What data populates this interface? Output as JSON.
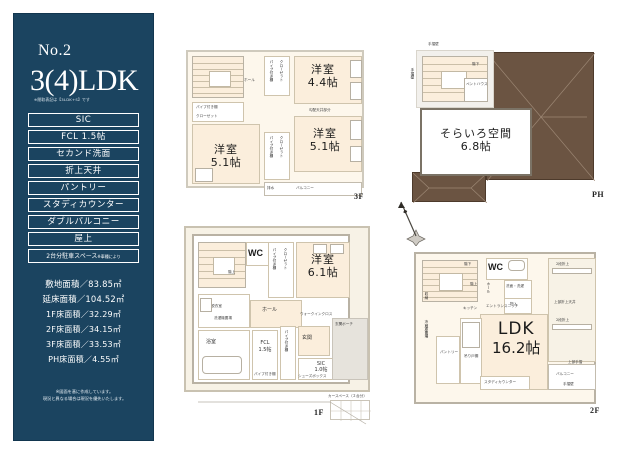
{
  "sidebar": {
    "plan_no": "No.2",
    "layout_title": "3(4)LDK",
    "layout_note": "※間取表記は【3LDK+S】です",
    "features": [
      "SIC",
      "FCL 1.5帖",
      "セカンド洗面",
      "折上天井",
      "パントリー",
      "スタディカウンター",
      "ダブルバルコニー",
      "屋上"
    ],
    "feature_parking": "2台分駐車スペース",
    "feature_parking_note": "※車種により",
    "areas": {
      "site_area": "敷地面積／83.85㎡",
      "total_floor_area": "延床面積／104.52㎡",
      "floor_1f": "1F床面積／32.29㎡",
      "floor_2f": "2F床面積／34.15㎡",
      "floor_3f": "3F床面積／33.53㎡",
      "floor_ph": "PH床面積／4.55㎡"
    },
    "disclaimer_line1": "※図面を基に作成しています。",
    "disclaimer_line2": "現況と異なる場合は現況を優先いたします。"
  },
  "floors": {
    "f3": {
      "tag": "3F",
      "rooms": [
        {
          "name": "洋室",
          "size": "4.4帖"
        },
        {
          "name": "洋室",
          "size": "5.1帖"
        },
        {
          "name": "洋室",
          "size": "5.1帖"
        }
      ],
      "labels": {
        "closet_a": "クローゼット",
        "closet_b": "クローゼット",
        "closet_c": "クローゼット",
        "pipe_shelf_a": "パイプ付き棚",
        "pipe_shelf_b": "パイプ付き棚",
        "pipe_shelf_c": "パイプ付き棚",
        "balcony": "バルコニー",
        "stair_up": "階下",
        "slope_ceiling": "勾配天井部分",
        "drain": "排水",
        "hall": "ホール"
      }
    },
    "ph": {
      "tag": "PH",
      "rooms": [
        {
          "name": "そらいろ空間",
          "size": "6.8帖"
        }
      ],
      "labels": {
        "penthouse": "ペントハウス",
        "stair_down": "階下",
        "handrail_top": "手摺壁",
        "handrail_left": "手摺壁"
      }
    },
    "f1": {
      "tag": "1F",
      "rooms": [
        {
          "name": "洋室",
          "size": "6.1帖"
        },
        {
          "name": "SIC",
          "size": "1.0帖"
        },
        {
          "name": "FCL",
          "size": "1.5帖"
        }
      ],
      "labels": {
        "wc": "WC",
        "bath": "浴室",
        "washroom": "洗面脱衣室",
        "hall": "ホール",
        "entrance": "玄関",
        "closet": "クローゼット",
        "pipe_shelf_a": "パイプ付き棚",
        "pipe_shelf_b": "パイプ付き棚",
        "pipe_shelf_c": "パイプ付き棚",
        "walk_in": "ウォークインクロス",
        "porch": "玄関ポーチ",
        "washer": "洗濯機置場",
        "stair_up": "階上",
        "shoe_box": "シューズボックス",
        "parking_note": "カースペース（２台分）"
      }
    },
    "f2": {
      "tag": "2F",
      "rooms": [
        {
          "name": "LDK",
          "size": "16.2帖"
        }
      ],
      "labels": {
        "wc": "WC",
        "balcony": "バルコニー",
        "study_counter": "スタディカウンター",
        "pantry": "パントリー",
        "second_wash": "洗面・洗濯",
        "storage": "物入",
        "upper_ceiling": "上部折上天井",
        "folding_ceiling_a": "2段折上",
        "folding_ceiling_b": "2段折上",
        "handrail": "上部手摺",
        "handrail2": "手摺壁",
        "stair_up": "階上",
        "stair_down": "階下",
        "kitchen": "キッチン",
        "fridge": "冷蔵庫置場",
        "storage2": "収納",
        "entry_nook": "エントランスニッチ",
        "hall": "ホール",
        "shelf": "吊り戸棚"
      }
    }
  },
  "colors": {
    "sidebar_bg": "#1b4460",
    "room_fill": "#fbeedc",
    "roof": "#6b5442",
    "wall": "#b9b2a4"
  }
}
